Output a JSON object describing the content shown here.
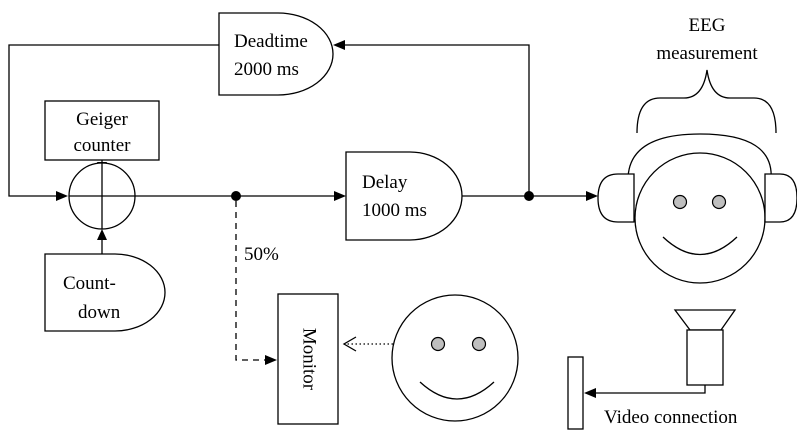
{
  "labels": {
    "deadtime_line1": "Deadtime",
    "deadtime_line2": "2000 ms",
    "geiger_line1": "Geiger",
    "geiger_line2": "counter",
    "countdown_line1": "Count-",
    "countdown_line2": "down",
    "delay_line1": "Delay",
    "delay_line2": "1000 ms",
    "percent": "50%",
    "monitor": "Monitor",
    "eeg_line1": "EEG",
    "eeg_line2": "measurement",
    "video": "Video connection"
  },
  "colors": {
    "stroke": "#000000",
    "eye_fill": "#bfbfbf",
    "background": "#ffffff"
  }
}
